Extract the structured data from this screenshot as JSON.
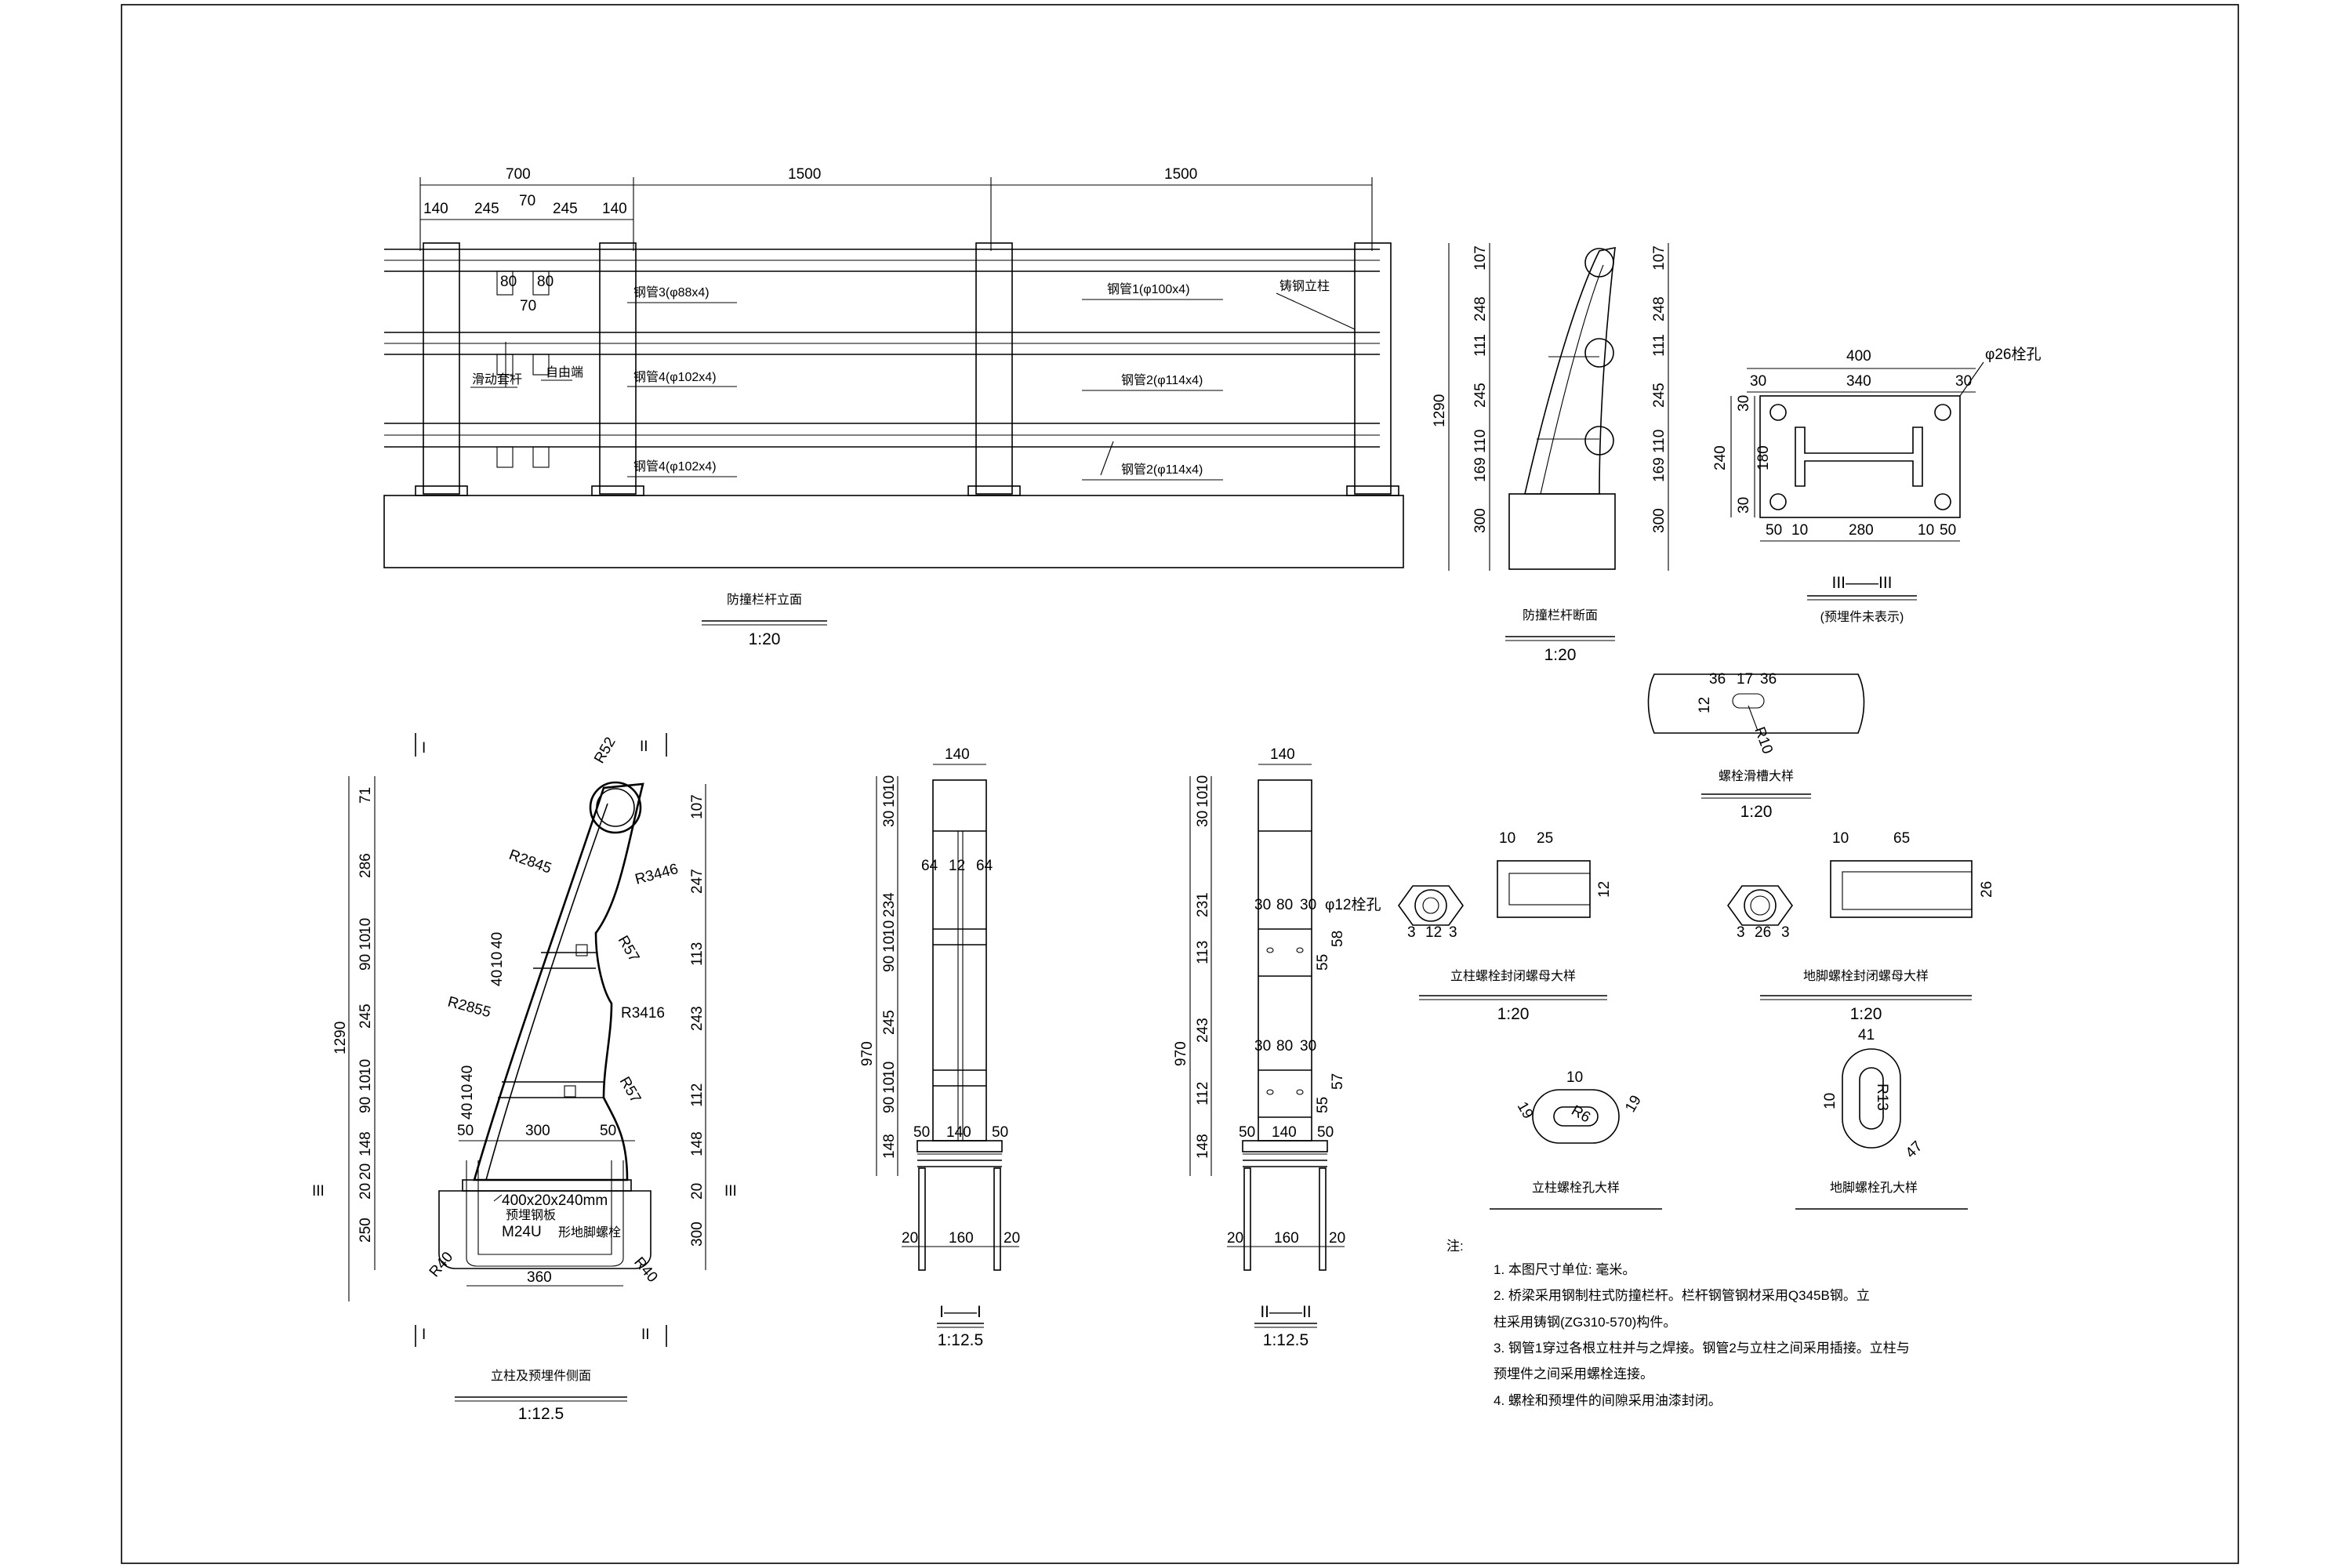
{
  "elevation": {
    "dims_top": [
      "700",
      "1500",
      "1500"
    ],
    "dims_sub": [
      "140",
      "245",
      "70",
      "245",
      "140"
    ],
    "dims_small": [
      "80",
      "80",
      "70"
    ],
    "labels": {
      "pipe3": "钢管3(φ88x4)",
      "pipe4a": "钢管4(φ102x4)",
      "pipe4b": "钢管4(φ102x4)",
      "pipe1": "钢管1(φ100x4)",
      "pipe2a": "钢管2(φ114x4)",
      "pipe2b": "钢管2(φ114x4)",
      "cast_post": "铸钢立柱",
      "move_sleeve": "滑动套杆",
      "free_end": "自由端"
    },
    "title": "防撞栏杆立面",
    "scale": "1:20"
  },
  "section": {
    "dims_left": [
      "1290",
      "107",
      "248",
      "111",
      "245",
      "110",
      "169",
      "300"
    ],
    "dims_right": [
      "107",
      "248",
      "111",
      "245",
      "110",
      "169",
      "300"
    ],
    "title": "防撞栏杆断面",
    "scale": "1:20"
  },
  "section3": {
    "dims": [
      "400",
      "340",
      "30",
      "30",
      "φ26栓孔",
      "30",
      "180",
      "30",
      "240",
      "50",
      "10",
      "280",
      "10",
      "50"
    ],
    "title": "III——III",
    "subtitle": "(预埋件未表示)"
  },
  "slot_detail": {
    "dims": [
      "36",
      "17",
      "36",
      "12",
      "R10"
    ],
    "title": "螺栓滑槽大样",
    "scale": "1:20"
  },
  "post_side": {
    "dims_left": [
      "1290",
      "71",
      "286",
      "10",
      "10",
      "90",
      "245",
      "10",
      "10",
      "90",
      "148",
      "20",
      "20",
      "250"
    ],
    "dims_right": [
      "107",
      "247",
      "113",
      "243",
      "112",
      "148",
      "20",
      "300"
    ],
    "radii": [
      "R52",
      "R2845",
      "R3446",
      "R57",
      "R2855",
      "R3416",
      "R57",
      "R40",
      "R40"
    ],
    "small": [
      "40",
      "10",
      "40",
      "40",
      "10",
      "40",
      "50",
      "300",
      "50",
      "360"
    ],
    "plate": "400x20x240mm",
    "plate_label": "预埋钢板",
    "bolt": "M24U",
    "bolt_label": "形地脚螺栓",
    "marks": [
      "I",
      "II",
      "III",
      "III",
      "I",
      "II"
    ],
    "title": "立柱及预埋件侧面",
    "scale": "1:12.5"
  },
  "section1": {
    "dims": [
      "140",
      "10",
      "10",
      "30",
      "64",
      "12",
      "64",
      "234",
      "10",
      "10",
      "90",
      "245",
      "10",
      "10",
      "90",
      "148",
      "970",
      "50",
      "140",
      "50",
      "20",
      "160",
      "20"
    ],
    "title": "I——I",
    "scale": "1:12.5"
  },
  "section2": {
    "dims": [
      "140",
      "10",
      "10",
      "30",
      "231",
      "30",
      "80",
      "30",
      "φ12栓孔",
      "113",
      "55",
      "58",
      "243",
      "30",
      "80",
      "30",
      "112",
      "55",
      "57",
      "148",
      "970",
      "50",
      "140",
      "50",
      "20",
      "160",
      "20"
    ],
    "title": "II——II",
    "scale": "1:12.5"
  },
  "nut_detail_a": {
    "dims": [
      "10",
      "25",
      "12",
      "3",
      "12",
      "3"
    ],
    "title": "立柱螺栓封闭螺母大样"
  },
  "nut_detail_b": {
    "dims": [
      "10",
      "65",
      "26",
      "3",
      "26",
      "3"
    ],
    "title": "地脚螺栓封闭螺母大样"
  },
  "nut_scales": [
    "1:20",
    "1:20"
  ],
  "hole_a": {
    "dims": [
      "10",
      "R6",
      "19",
      "19"
    ],
    "title": "立柱螺栓孔大样"
  },
  "hole_b": {
    "dims": [
      "41",
      "R13",
      "10",
      "47"
    ],
    "title": "地脚螺栓孔大样"
  },
  "notes": {
    "head": "注:",
    "lines": [
      "1. 本图尺寸单位: 毫米。",
      "2. 桥梁采用钢制柱式防撞栏杆。栏杆钢管钢材采用Q345B钢。立",
      "柱采用铸钢(ZG310-570)构件。",
      "3. 钢管1穿过各根立柱并与之焊接。钢管2与立柱之间采用插接。立柱与",
      "预埋件之间采用螺栓连接。",
      "4. 螺栓和预埋件的间隙采用油漆封闭。"
    ]
  }
}
